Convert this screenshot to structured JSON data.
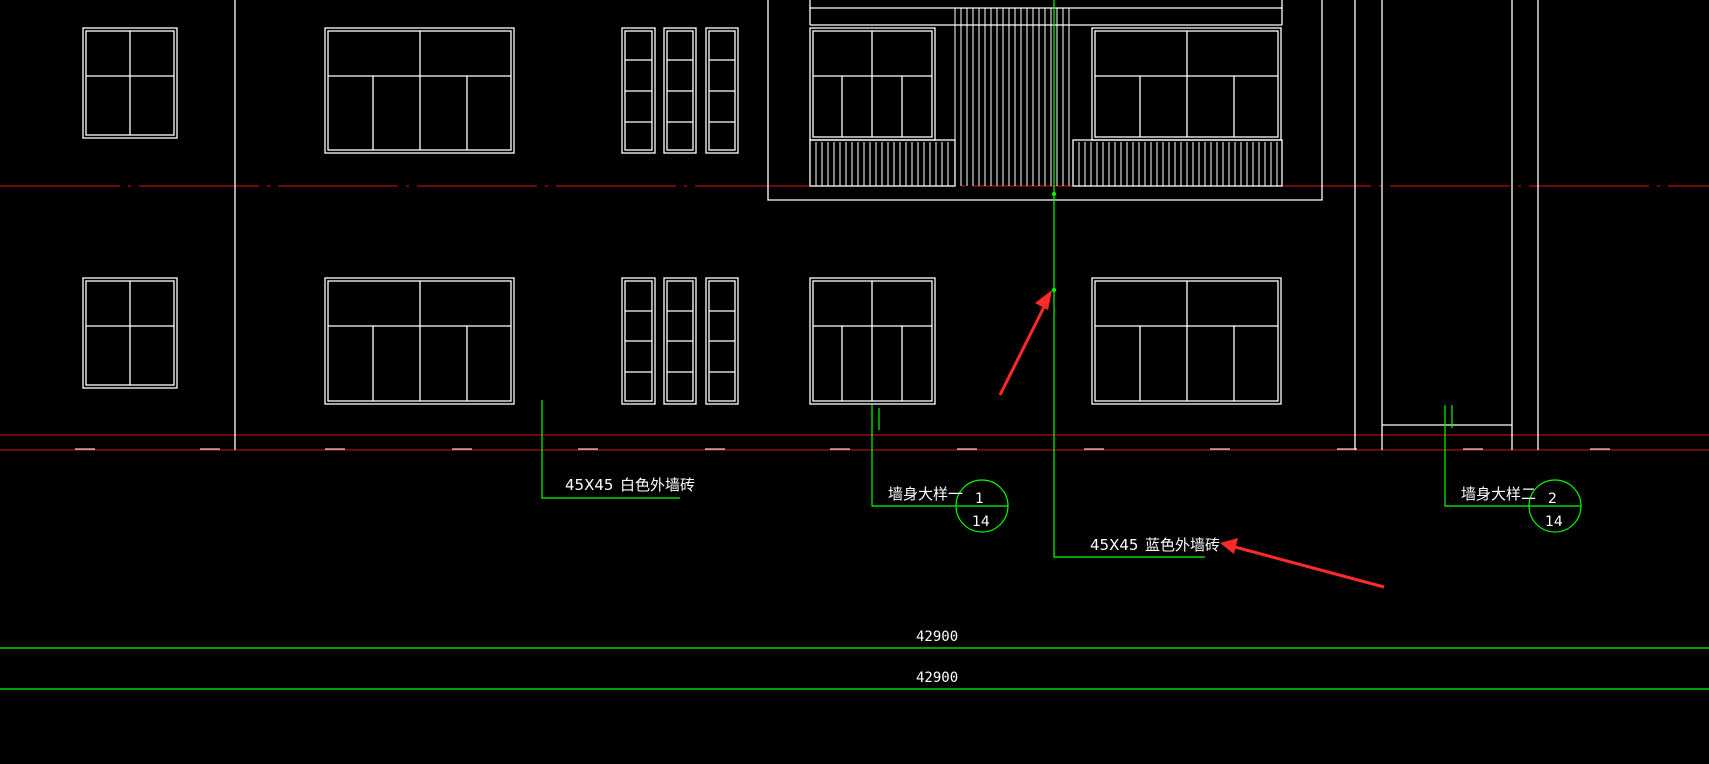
{
  "annotations": {
    "white_tile": {
      "size": "45X45",
      "name": "白色外墙砖"
    },
    "blue_tile": {
      "size": "45X45",
      "name": "蓝色外墙砖"
    },
    "detail_1": {
      "label": "墙身大样一",
      "number": "1",
      "sheet": "14"
    },
    "detail_2": {
      "label": "墙身大样二",
      "number": "2",
      "sheet": "14"
    }
  },
  "dimensions": {
    "upper": "42900",
    "lower": "42900"
  },
  "colors": {
    "background": "#000000",
    "outline": "#ffffff",
    "axis": "#e01010",
    "dimension": "#00ff00",
    "highlight_arrow": "#ff2a2a"
  }
}
